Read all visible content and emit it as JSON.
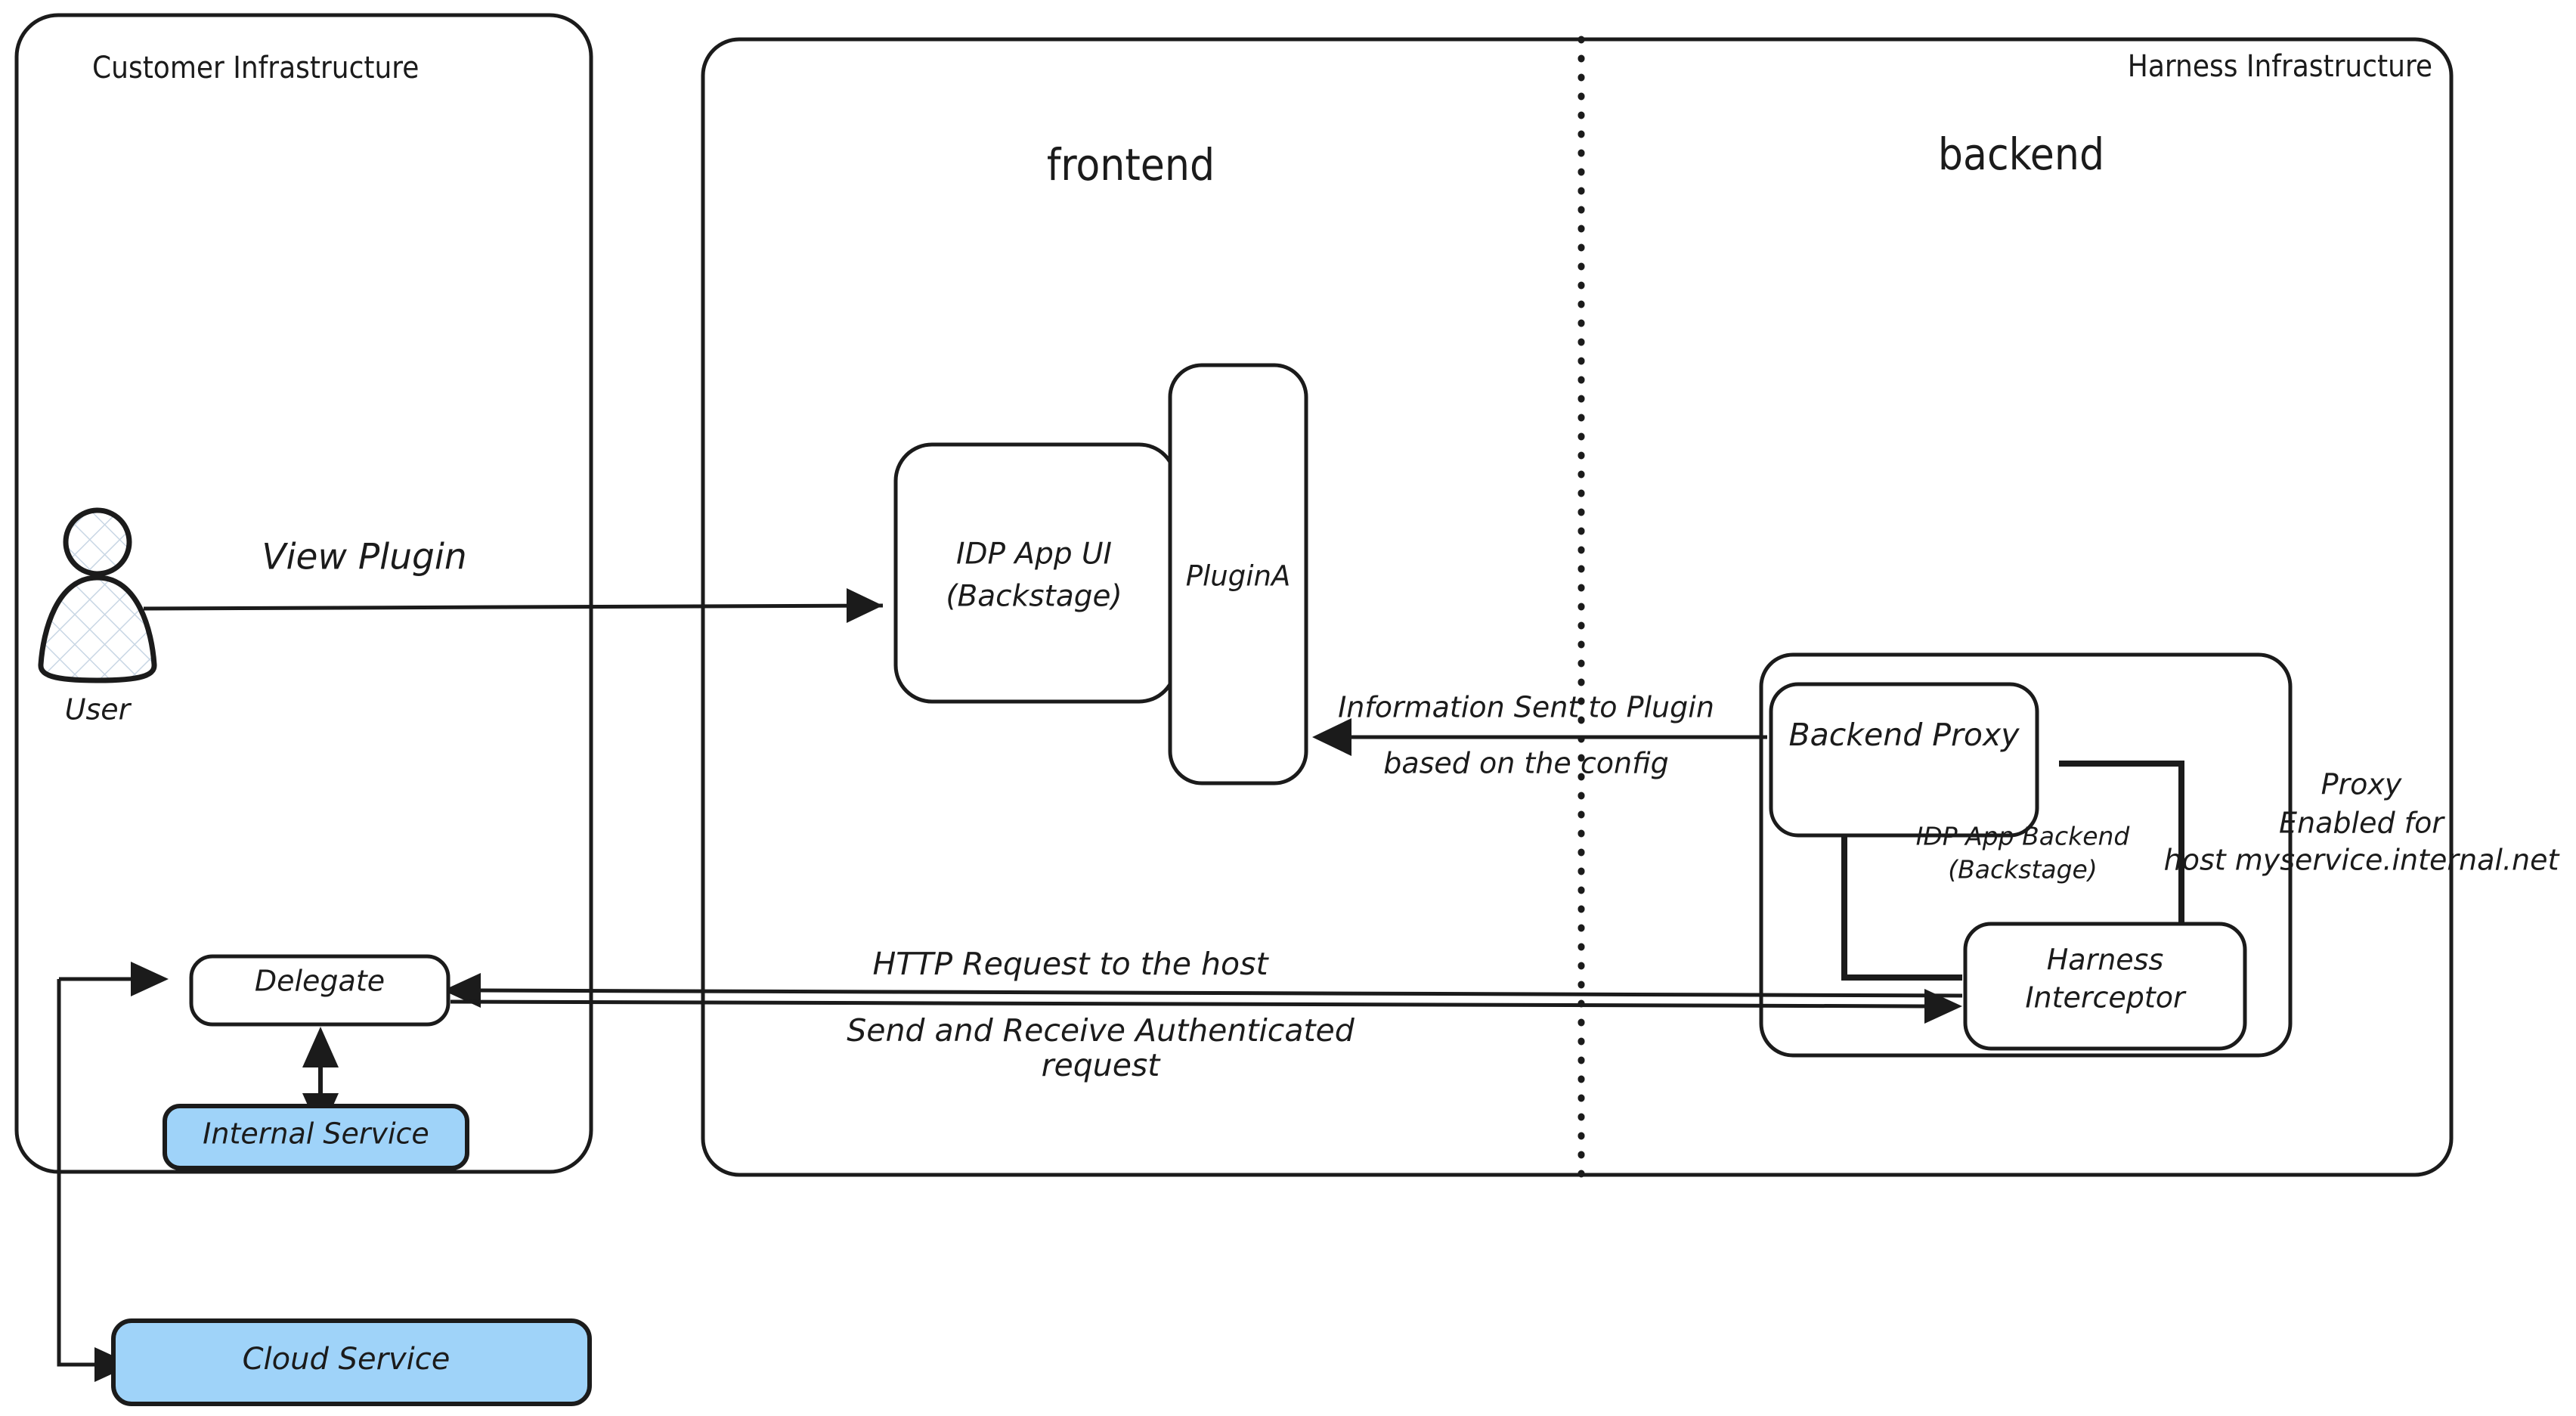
{
  "diagram": {
    "title_customer": "Customer Infrastructure",
    "title_harness": "Harness Infrastructure",
    "zone_frontend": "frontend",
    "zone_backend": "backend"
  },
  "colors": {
    "stroke": "#1b1b1b",
    "canvas": "#ffffff",
    "node_fill": "#ffffff",
    "highlight_fill": "#9FD3F9"
  },
  "nodes": {
    "user": {
      "label": "User"
    },
    "idp_app_ui": {
      "line1": "IDP App UI",
      "line2": "(Backstage)"
    },
    "plugin_a": {
      "label": "PluginA"
    },
    "idp_app_backend": {
      "line1": "IDP App Backend",
      "line2": "(Backstage)"
    },
    "backend_proxy": {
      "label": "Backend Proxy"
    },
    "harness_interceptor": {
      "line1": "Harness",
      "line2": "Interceptor"
    },
    "delegate": {
      "label": "Delegate"
    },
    "internal_service": {
      "label": "Internal Service"
    },
    "cloud_service": {
      "label": "Cloud Service"
    }
  },
  "edges": {
    "view_plugin": {
      "label": "View Plugin"
    },
    "info_to_plugin": {
      "line1": "Information Sent to Plugin",
      "line2": "based on the config"
    },
    "http_request": {
      "line1": "HTTP Request to the host",
      "line2": "Send and Receive Authenticated",
      "line3": "request"
    },
    "proxy_enabled": {
      "line1": "Proxy",
      "line2": "Enabled for",
      "line3": "host myservice.internal.net"
    }
  }
}
